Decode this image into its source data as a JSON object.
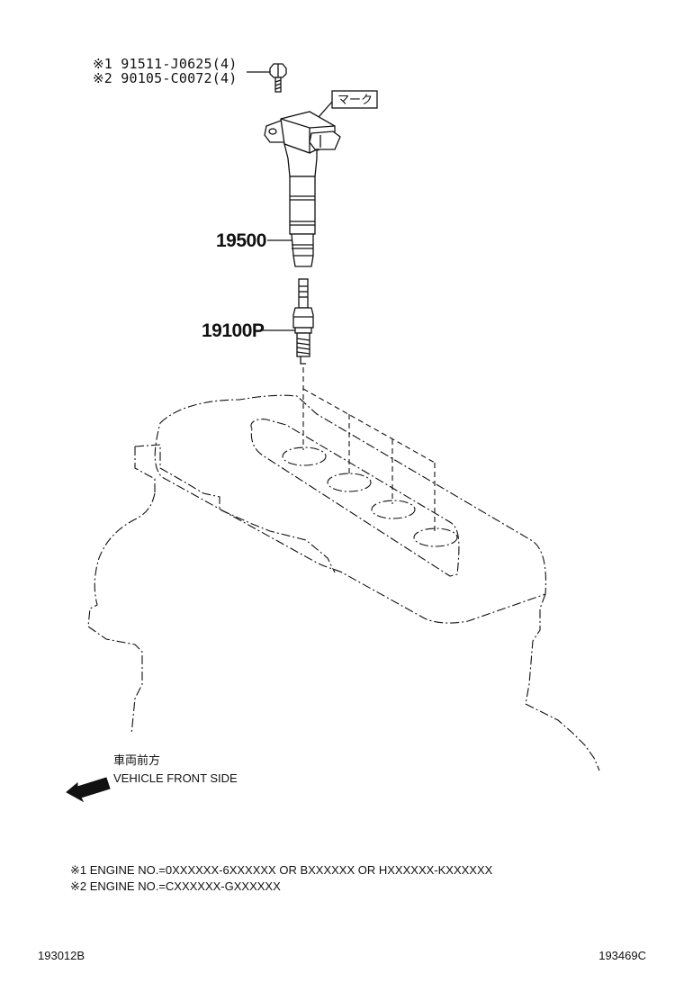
{
  "callouts": {
    "bolt_1": "※1  91511-J0625(4)",
    "bolt_2": "※2  90105-C0072(4)",
    "mark_label": "マーク",
    "coil_part": "19500",
    "plug_part": "19100P"
  },
  "direction": {
    "jp": "車両前方",
    "en": "VEHICLE FRONT SIDE"
  },
  "notes": [
    "※1 ENGINE NO.=0XXXXXX-6XXXXXX OR BXXXXXX OR HXXXXXX-KXXXXXX",
    "※2 ENGINE NO.=CXXXXXX-GXXXXXX"
  ],
  "footer": {
    "left_code": "193012B",
    "right_code": "193469C"
  }
}
